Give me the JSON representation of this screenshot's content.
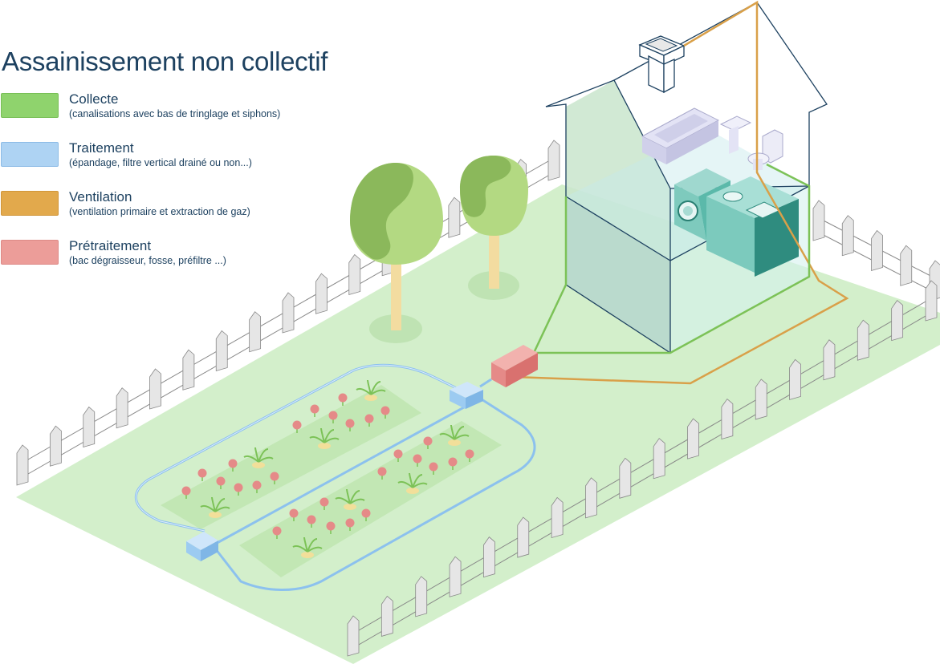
{
  "title": "Assainissement non collectif",
  "legend": [
    {
      "label": "Collecte",
      "description": "(canalisations avec bas de tringlage et siphons)",
      "color": "#8fd36d",
      "border": "#78bf56"
    },
    {
      "label": "Traitement",
      "description": "(épandage, filtre vertical drainé ou non...)",
      "color": "#aed3f3",
      "border": "#8cbbe6"
    },
    {
      "label": "Ventilation",
      "description": "(ventilation primaire et extraction de gaz)",
      "color": "#e2a94c",
      "border": "#d1963a"
    },
    {
      "label": "Prétraitement",
      "description": "(bac dégraisseur, fosse, préfiltre ...)",
      "color": "#ec9d99",
      "border": "#dd8a86"
    }
  ],
  "colors": {
    "ground": "#d3efcb",
    "garden_bed": "#c2e7b4",
    "fence": "#e6e6e6",
    "fence_stroke": "#888888",
    "house_stroke": "#1d4160",
    "collecte": "#7cc257",
    "traitement": "#8cc1ee",
    "ventilation": "#d9a049",
    "pretraitement": "#e58a88",
    "tree_dark": "#8bb85b",
    "tree_light": "#b3d982",
    "trunk": "#f3dca0",
    "fixtures": "#4fb3a3",
    "sanitary": "#e3e3f5"
  },
  "icons": [
    "house-icon",
    "septic-tank-icon",
    "tree-icon",
    "flower-icon",
    "fence-icon",
    "washing-machine-icon",
    "sink-icon",
    "toilet-icon",
    "bathtub-icon",
    "chimney-icon"
  ]
}
